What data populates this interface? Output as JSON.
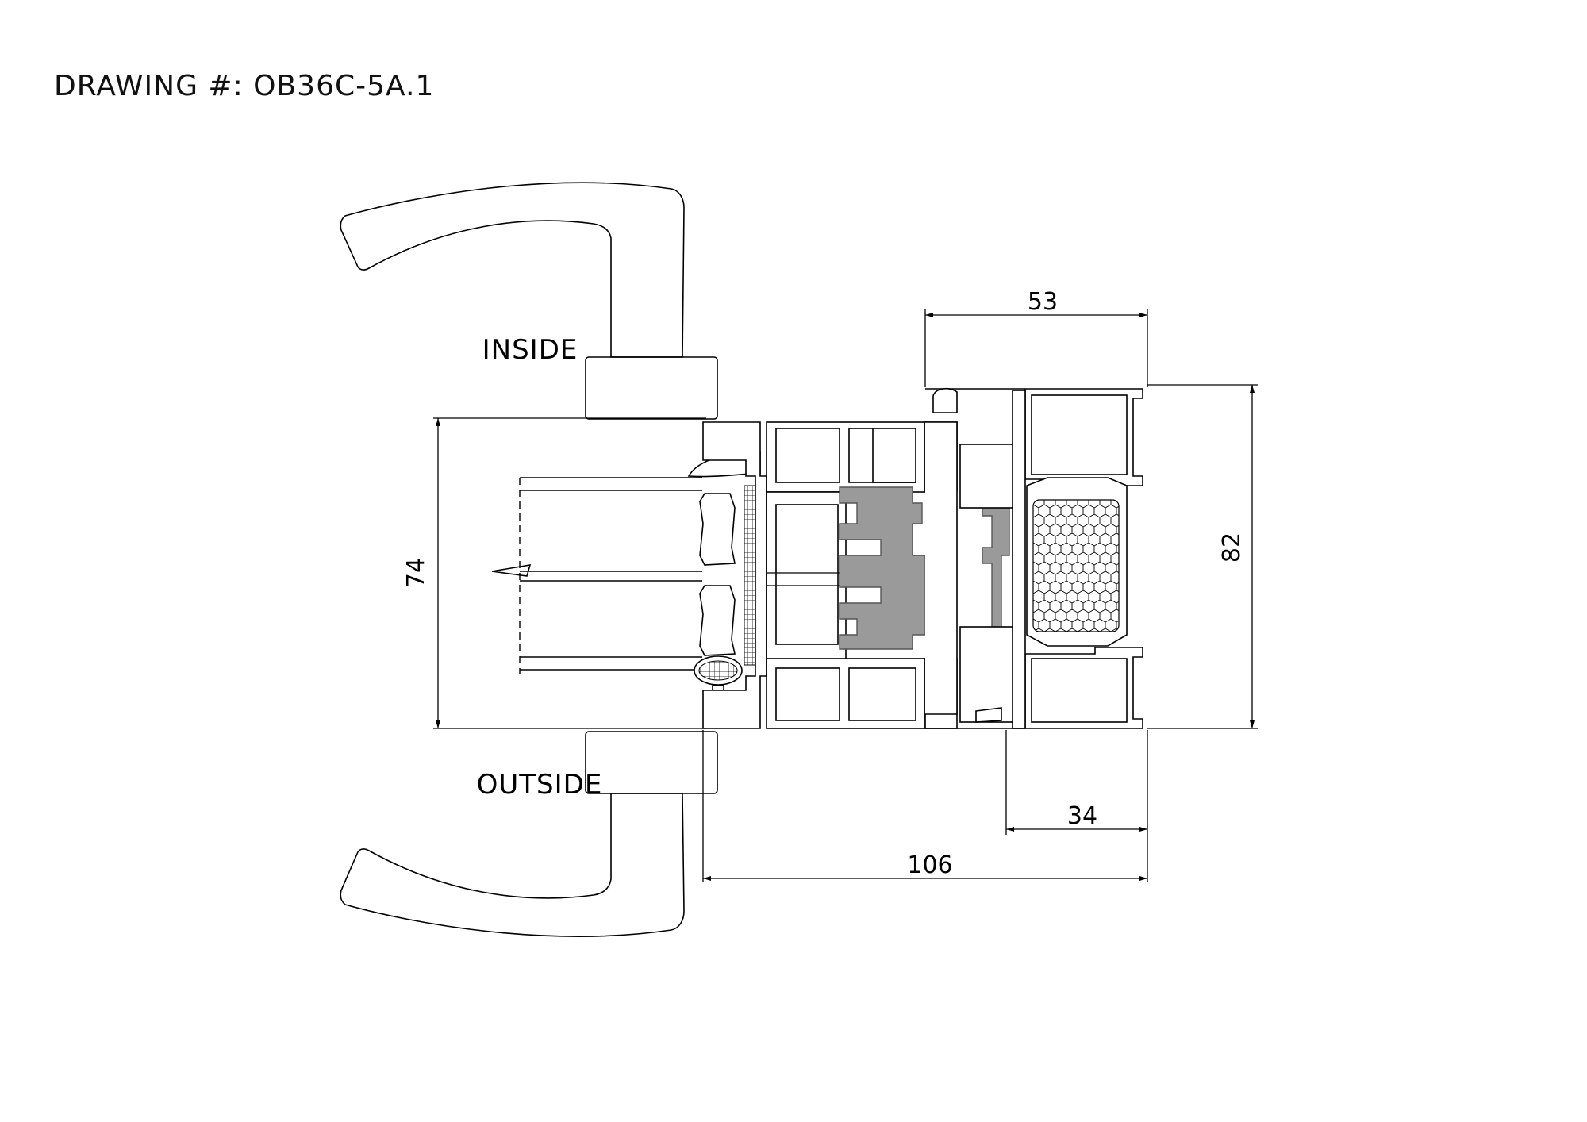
{
  "drawing": {
    "title": "DRAWING #: OB36C-5A.1",
    "labels": {
      "inside": "INSIDE",
      "outside": "OUTSIDE"
    },
    "dimensions": {
      "top_width": "53",
      "bottom_inner": "34",
      "bottom_overall": "106",
      "left_height": "74",
      "right_height": "82"
    }
  }
}
